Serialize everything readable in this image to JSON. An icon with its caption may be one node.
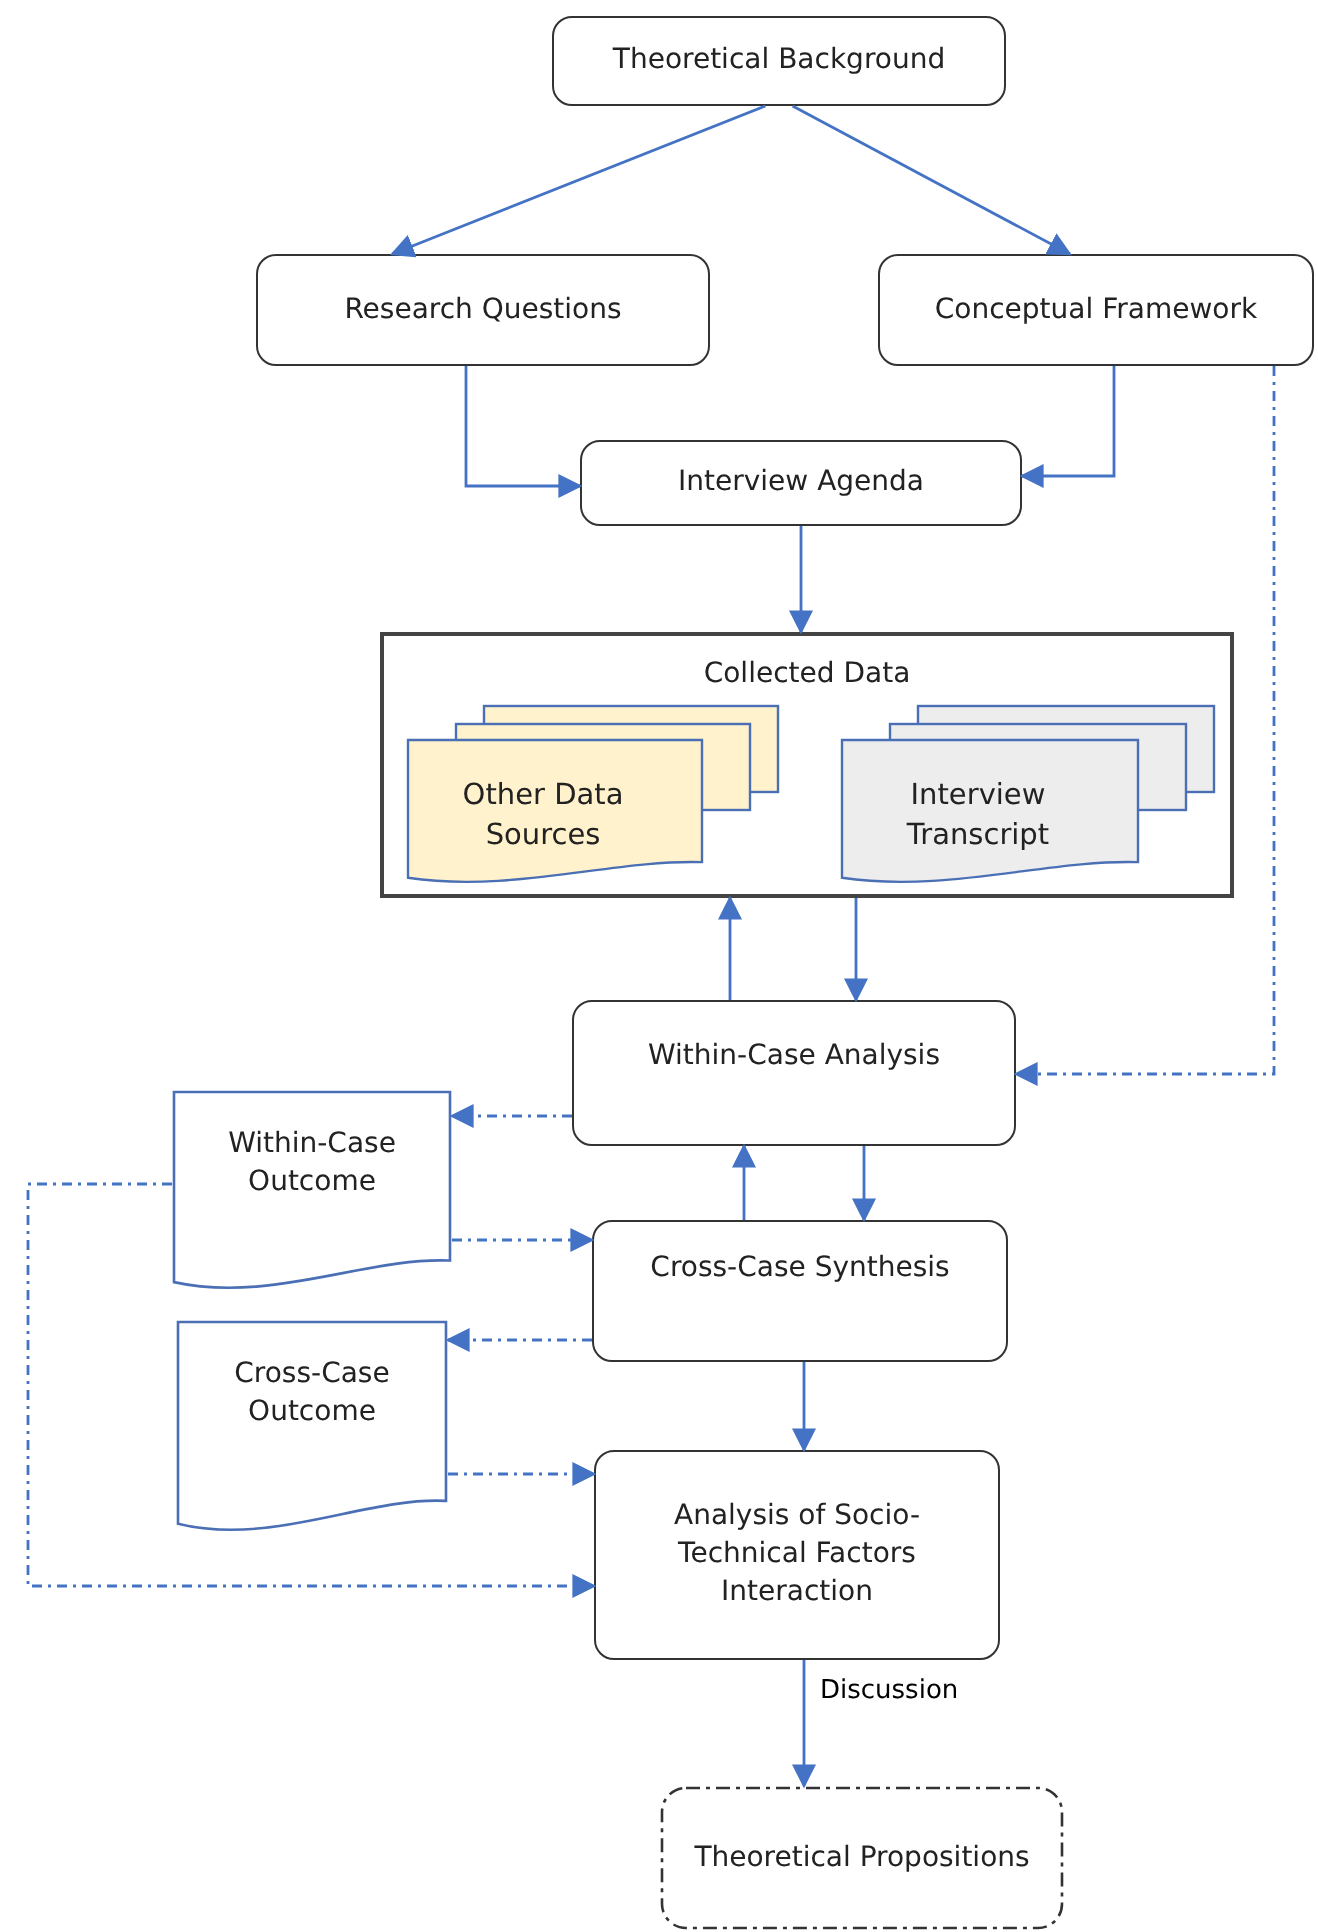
{
  "diagram": {
    "nodes": [
      {
        "text": [
          "Theoretical Background"
        ]
      },
      {
        "text": [
          "Research Questions"
        ]
      },
      {
        "text": [
          "Conceptual Framework"
        ]
      },
      {
        "text": [
          "Interview Agenda"
        ]
      },
      {
        "text": [
          "Collected Data"
        ]
      },
      {
        "text": [
          "Other Data Sources"
        ],
        "in": 4
      },
      {
        "text": [
          "Interview Transcript"
        ],
        "in": 4
      },
      {
        "text": [
          "Within-Case Analysis"
        ]
      },
      {
        "text": [
          "Within-Case Outcome"
        ]
      },
      {
        "text": [
          "Cross-Case Synthesis"
        ]
      },
      {
        "text": [
          "Cross-Case Outcome"
        ]
      },
      {
        "text": [
          "Analysis of Socio-Technical Factors Interaction"
        ]
      },
      {
        "text": [
          "Theoretical Propositions"
        ]
      }
    ],
    "edges": [
      {
        "from": 0,
        "to": 1,
        "arrow": "to"
      },
      {
        "from": 0,
        "to": 2,
        "arrow": "to"
      },
      {
        "from": 1,
        "to": 3,
        "arrow": "to"
      },
      {
        "from": 2,
        "to": 3,
        "arrow": "to"
      },
      {
        "from": 3,
        "to": 4,
        "arrow": "to"
      },
      {
        "from": 7,
        "to": 4,
        "arrow": "to"
      },
      {
        "from": 4,
        "to": 7,
        "arrow": "to"
      },
      {
        "from": 2,
        "to": 7,
        "arrow": "to",
        "style": "dashed"
      },
      {
        "from": 7,
        "to": 8,
        "arrow": "to",
        "style": "dashed"
      },
      {
        "from": 8,
        "to": 9,
        "arrow": "to",
        "style": "dashed"
      },
      {
        "from": 9,
        "to": 7,
        "arrow": "to"
      },
      {
        "from": 7,
        "to": 9,
        "arrow": "to"
      },
      {
        "from": 9,
        "to": 10,
        "arrow": "to",
        "style": "dashed"
      },
      {
        "from": 9,
        "to": 11,
        "arrow": "to"
      },
      {
        "from": 10,
        "to": 11,
        "arrow": "to",
        "style": "dashed"
      },
      {
        "from": 8,
        "to": 11,
        "arrow": "to",
        "style": "dashed"
      },
      {
        "from": 11,
        "to": 12,
        "arrow": "to",
        "label": "Discussion"
      }
    ]
  }
}
